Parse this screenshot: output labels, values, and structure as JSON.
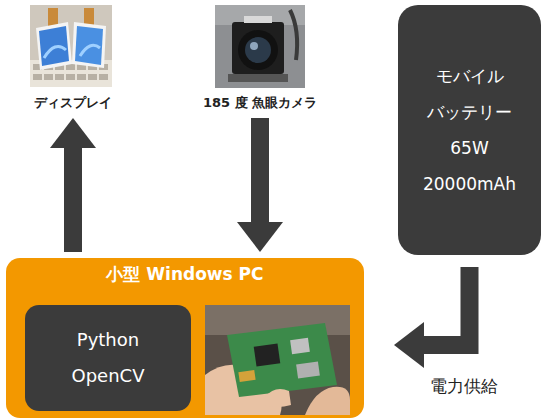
{
  "diagram": {
    "nodes": [
      {
        "text": [
          "ディスプレイ"
        ]
      },
      {
        "text": [
          "185 度 魚眼カメラ"
        ]
      },
      {
        "text": [
          "モバイル バッテリー 65W 20000mAh"
        ]
      },
      {
        "text": [
          "小型 Windows PC"
        ]
      },
      {
        "text": [
          "Python OpenCV"
        ],
        "in": 3
      }
    ],
    "edges": [
      {
        "from": 3,
        "to": 0,
        "arrow": "to"
      },
      {
        "from": 1,
        "to": 3,
        "arrow": "to"
      },
      {
        "from": 2,
        "to": 3,
        "arrow": "to",
        "label": "電力供給"
      }
    ]
  }
}
